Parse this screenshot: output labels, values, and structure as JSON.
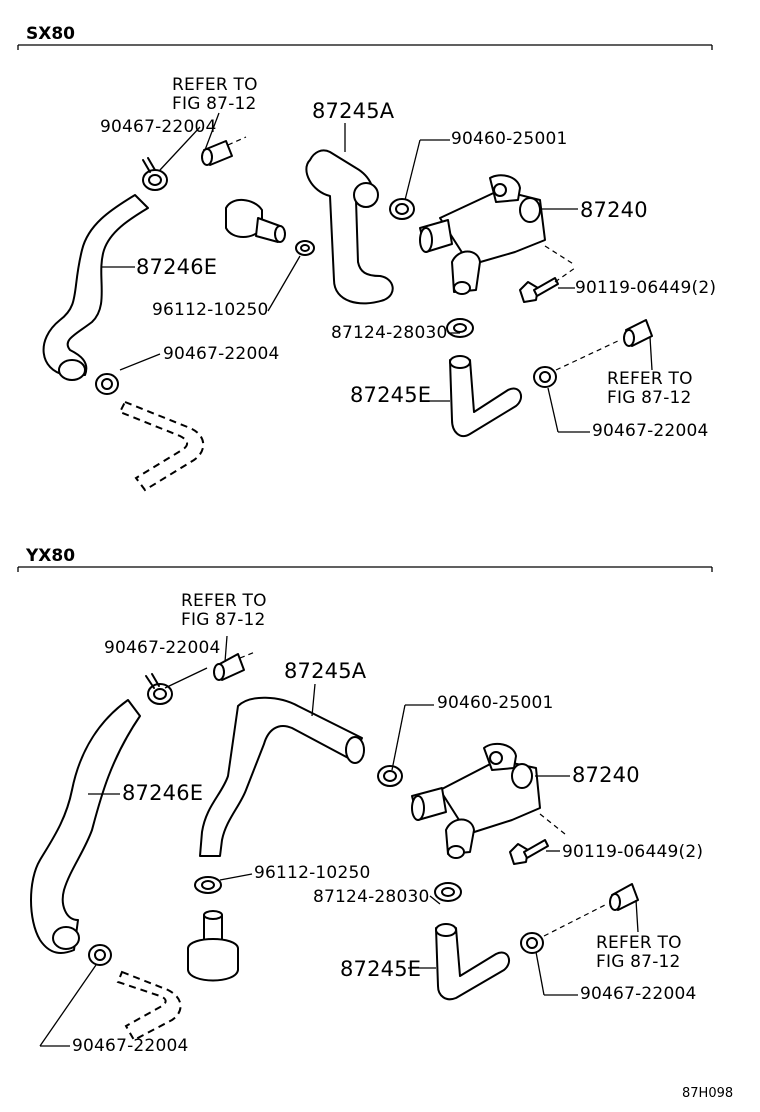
{
  "sections": {
    "top": {
      "title": "SX80",
      "labels": {
        "refer_line1": "REFER TO",
        "refer_line2": "FIG 87-12",
        "clamp_upper": "90467-22004",
        "hose_a": "87245A",
        "clamp_90460": "90460-25001",
        "valve": "87240",
        "hose_e_long": "87246E",
        "bolt": "90119-06449(2)",
        "clamp_lower_left": "90467-22004",
        "connector": "96112-10250",
        "clamp_87124": "87124-28030",
        "hose_e": "87245E",
        "refer2_line1": "REFER TO",
        "refer2_line2": "FIG 87-12",
        "clamp_lower_right": "90467-22004"
      }
    },
    "bottom": {
      "title": "YX80",
      "labels": {
        "refer_line1": "REFER TO",
        "refer_line2": "FIG 87-12",
        "clamp_upper": "90467-22004",
        "hose_a": "87245A",
        "clamp_90460": "90460-25001",
        "valve": "87240",
        "hose_e_long": "87246E",
        "bolt": "90119-06449(2)",
        "connector": "96112-10250",
        "clamp_87124": "87124-28030",
        "hose_e": "87245E",
        "refer2_line1": "REFER TO",
        "refer2_line2": "FIG 87-12",
        "clamp_lower_right": "90467-22004",
        "clamp_lower_left": "90467-22004"
      }
    }
  },
  "figure_code": "87H098"
}
